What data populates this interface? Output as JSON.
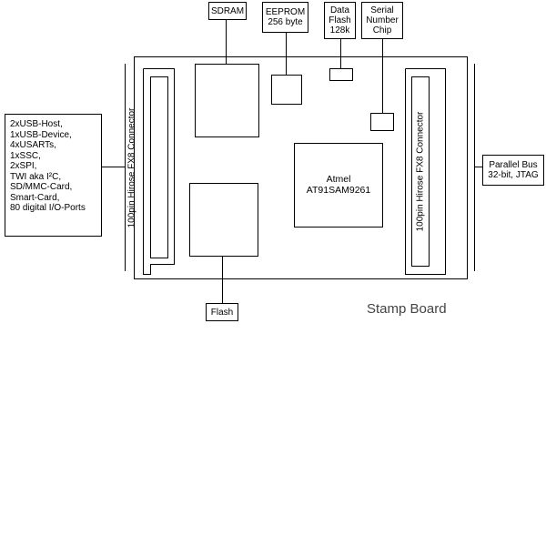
{
  "board_title": "Stamp Board",
  "top_components": {
    "sdram": "SDRAM",
    "eeprom": "EEPROM\n256 byte",
    "data_flash": "Data\nFlash\n128k",
    "serial_number_chip": "Serial\nNumber\nChip"
  },
  "bottom_component": "Flash",
  "cpu": "Atmel\nAT91SAM9261",
  "connector_left": "100pin Hirose FX8 Connector",
  "connector_right": "100pin Hirose FX8 Connector",
  "left_interfaces": "2xUSB-Host,\n1xUSB-Device,\n4xUSARTs,\n1xSSC,\n2xSPI,\nTWI aka I²C,\nSD/MMC-Card,\nSmart-Card,\n80 digital I/O-Ports",
  "right_interfaces": "Parallel Bus\n32-bit, JTAG"
}
